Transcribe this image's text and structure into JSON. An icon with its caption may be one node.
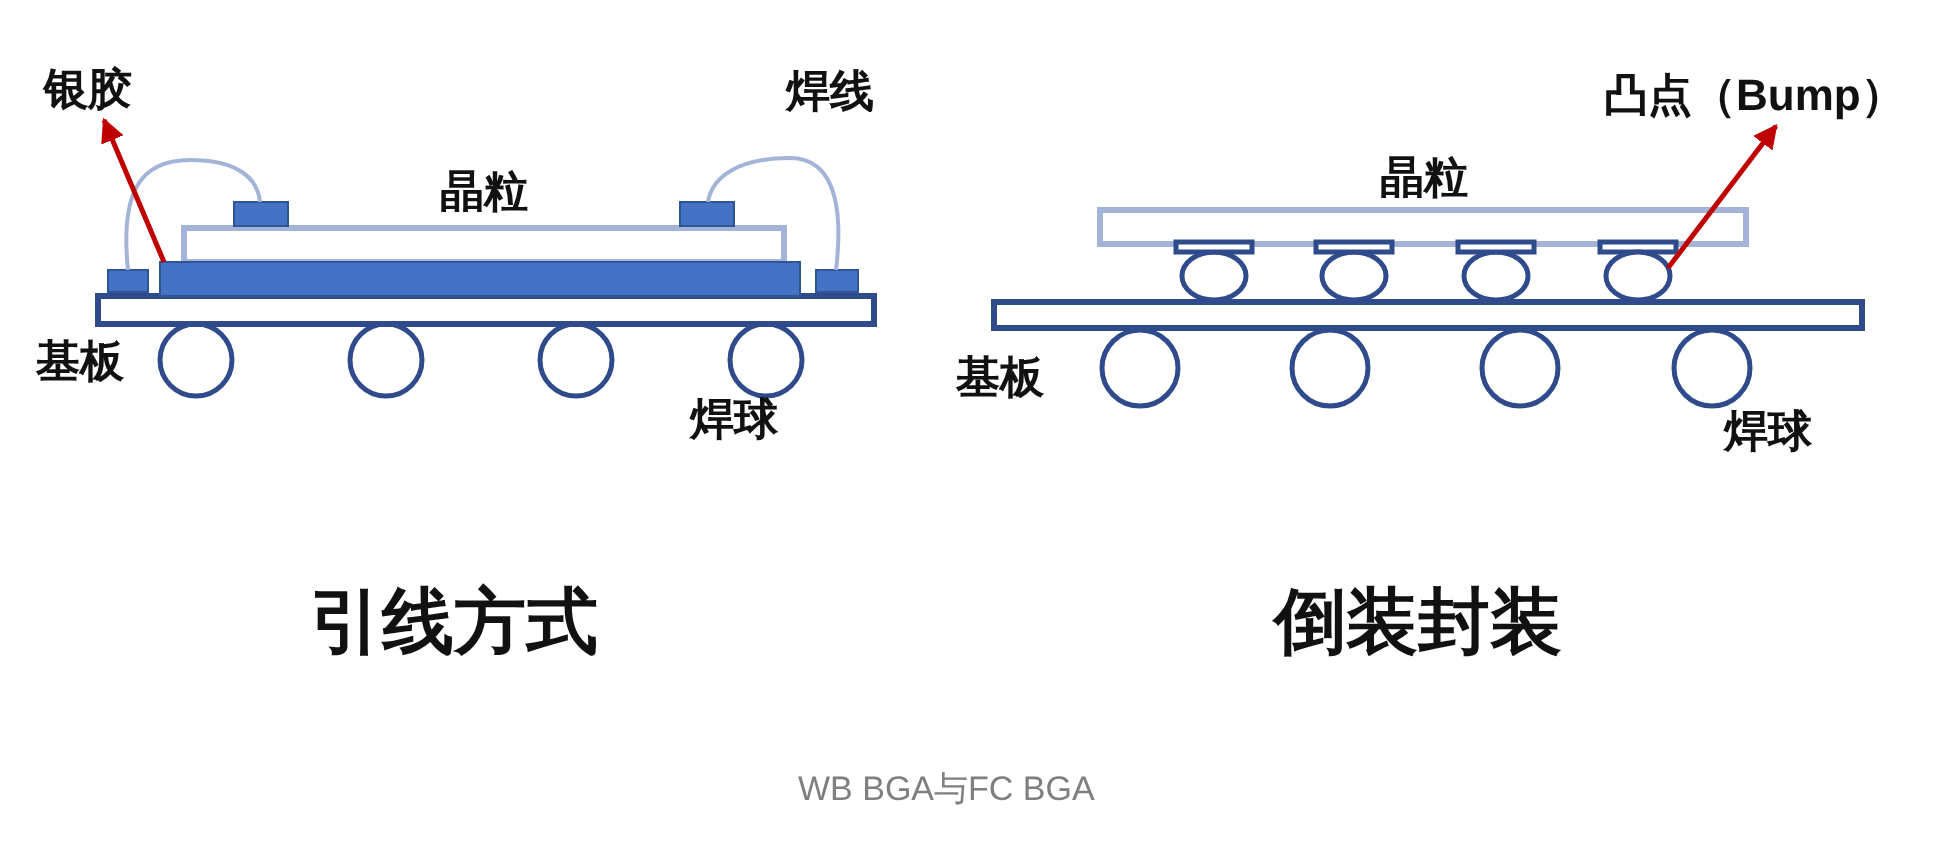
{
  "diagram": {
    "caption": "WB BGA与FC BGA",
    "nodes": [
      {
        "text": [
          "银胶"
        ]
      },
      {
        "text": [],
        "shape": "bar"
      },
      {
        "text": [
          "凸点（Bump）"
        ]
      },
      {
        "text": [],
        "shape": "circle"
      }
    ],
    "edges": [
      {
        "from": 1,
        "to": 0,
        "arrow": "to"
      },
      {
        "from": 3,
        "to": 2,
        "arrow": "to"
      }
    ],
    "labels": [
      "焊线",
      "晶粒",
      "基板",
      "焊球",
      "晶粒",
      "基板",
      "焊球",
      "引线方式",
      "倒装封装"
    ]
  }
}
